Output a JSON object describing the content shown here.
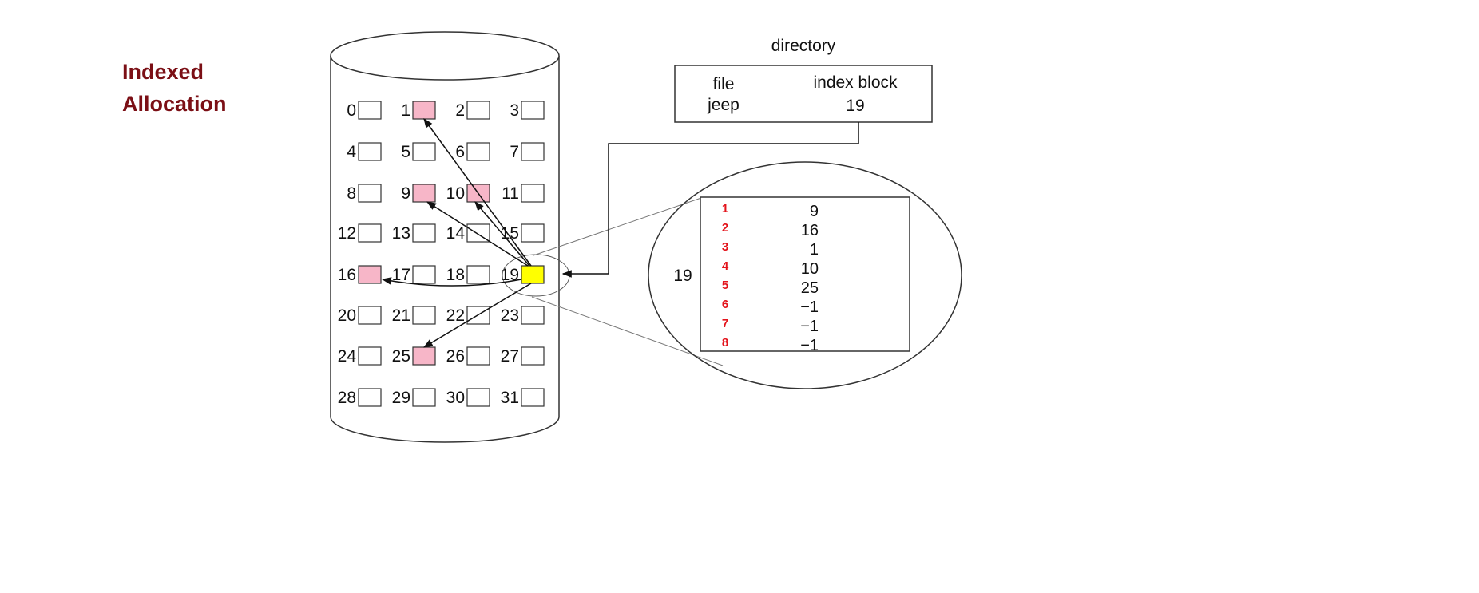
{
  "title": {
    "line1": "Indexed",
    "line2": "Allocation"
  },
  "disk": {
    "blocks": [
      "0",
      "1",
      "2",
      "3",
      "4",
      "5",
      "6",
      "7",
      "8",
      "9",
      "10",
      "11",
      "12",
      "13",
      "14",
      "15",
      "16",
      "17",
      "18",
      "19",
      "20",
      "21",
      "22",
      "23",
      "24",
      "25",
      "26",
      "27",
      "28",
      "29",
      "30",
      "31"
    ],
    "data_blocks": [
      1,
      9,
      10,
      16,
      25
    ],
    "index_block": 19,
    "colors": {
      "data": "#f7b6c8",
      "index": "#ffff00",
      "empty": "#ffffff"
    }
  },
  "directory": {
    "label": "directory",
    "headers": {
      "file": "file",
      "index": "index block"
    },
    "row": {
      "file": "jeep",
      "index": "19"
    }
  },
  "index_block": {
    "label": "19",
    "entries": [
      {
        "n": "1",
        "v": "9"
      },
      {
        "n": "2",
        "v": "16"
      },
      {
        "n": "3",
        "v": "1"
      },
      {
        "n": "4",
        "v": "10"
      },
      {
        "n": "5",
        "v": "25"
      },
      {
        "n": "6",
        "v": "−1"
      },
      {
        "n": "7",
        "v": "−1"
      },
      {
        "n": "8",
        "v": "−1"
      }
    ]
  }
}
